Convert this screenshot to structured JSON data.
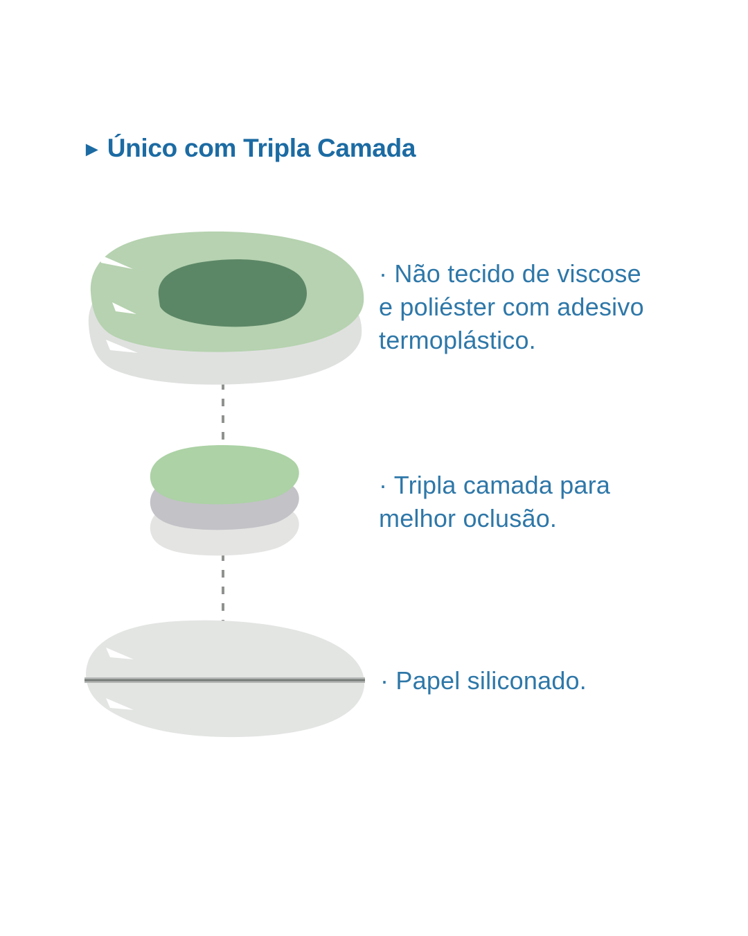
{
  "title": {
    "arrow": "►",
    "text": "Único com Tripla Camada"
  },
  "annotations": [
    {
      "lines": [
        "· Não tecido de viscose",
        "e poliéster com adesivo",
        "termoplástico."
      ]
    },
    {
      "lines": [
        "· Tripla camada para",
        "melhor oclusão."
      ]
    },
    {
      "lines": [
        "· Papel siliconado."
      ]
    }
  ],
  "colors": {
    "title_blue": "#1c6ba3",
    "text_blue": "#2e77a8",
    "light_green": "#b6d2b0",
    "dark_green": "#5c8767",
    "shadow_gray": "#dfe1df",
    "mid_green": "#acd2a5",
    "mid_gray": "#c3c2c7",
    "mid_light_gray": "#e4e5e3",
    "paper_gray": "#e3e5e3",
    "rule_dark": "#777c79",
    "rule_light": "#b4b7b5",
    "dash_gray": "#8f928f",
    "notch_white": "#ffffff",
    "background": "#ffffff"
  }
}
